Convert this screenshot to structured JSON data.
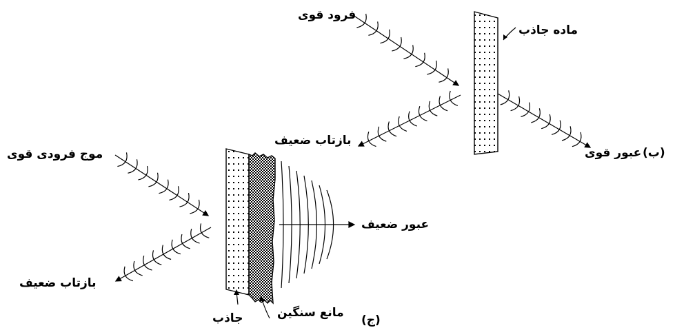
{
  "labels": {
    "b_incident": "فرود قوی",
    "b_absorber": "ماده جاذب",
    "b_reflect": "بازتاب ضعیف",
    "b_transmit": "عبور قوی",
    "b_marker": "(ب)",
    "c_incident": "موج فرودی قوی",
    "c_transmit": "عبور ضعیف",
    "c_reflect": "بازتاب ضعیف",
    "c_absorber": "جاذب",
    "c_shield": "مانع سنگین",
    "c_marker": "(ج)"
  },
  "colors": {
    "ink": "#000000",
    "paper": "#ffffff"
  }
}
